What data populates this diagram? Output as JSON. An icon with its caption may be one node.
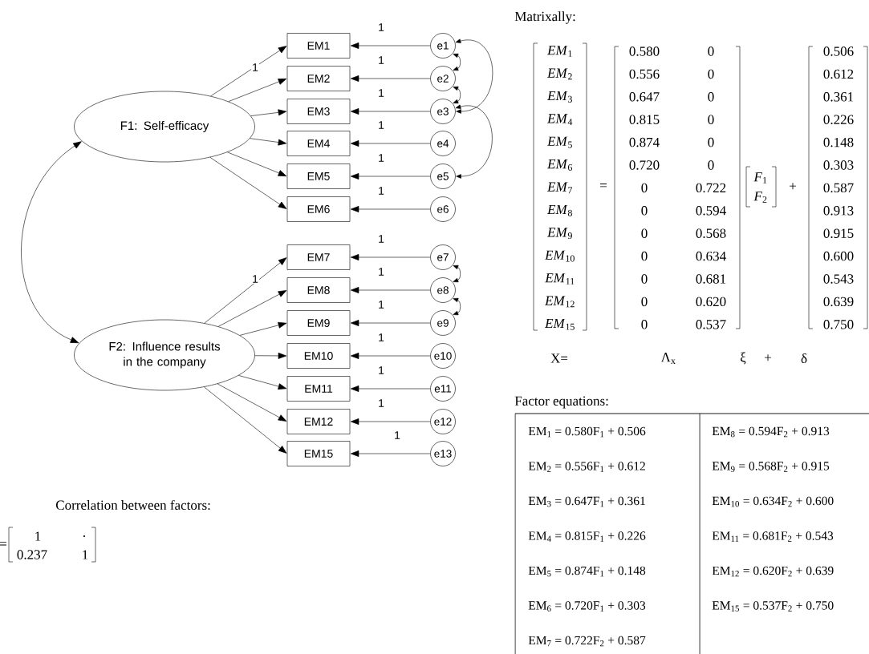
{
  "diagram": {
    "nodes": [
      {
        "text": [
          "F1: Self-efficacy"
        ]
      },
      {
        "text": [
          "F2: Influence results in the company"
        ]
      },
      {
        "text": [
          "EM1"
        ]
      },
      {
        "text": [
          "EM2"
        ]
      },
      {
        "text": [
          "EM3"
        ]
      },
      {
        "text": [
          "EM4"
        ]
      },
      {
        "text": [
          "EM5"
        ]
      },
      {
        "text": [
          "EM6"
        ]
      },
      {
        "text": [
          "EM7"
        ]
      },
      {
        "text": [
          "EM8"
        ]
      },
      {
        "text": [
          "EM9"
        ]
      },
      {
        "text": [
          "EM10"
        ]
      },
      {
        "text": [
          "EM11"
        ]
      },
      {
        "text": [
          "EM12"
        ]
      },
      {
        "text": [
          "EM15"
        ]
      },
      {
        "text": [
          "e1"
        ]
      },
      {
        "text": [
          "e2"
        ]
      },
      {
        "text": [
          "e3"
        ]
      },
      {
        "text": [
          "e4"
        ]
      },
      {
        "text": [
          "e5"
        ]
      },
      {
        "text": [
          "e6"
        ]
      },
      {
        "text": [
          "e7"
        ]
      },
      {
        "text": [
          "e8"
        ]
      },
      {
        "text": [
          "e9"
        ]
      },
      {
        "text": [
          "e10"
        ]
      },
      {
        "text": [
          "e11"
        ]
      },
      {
        "text": [
          "e12"
        ]
      },
      {
        "text": [
          "e13"
        ]
      }
    ],
    "edges": [
      {
        "from": 0,
        "to": 1,
        "arrow": "both"
      },
      {
        "from": 0,
        "to": 2,
        "arrow": "to",
        "label": "1"
      },
      {
        "from": 0,
        "to": 3,
        "arrow": "to"
      },
      {
        "from": 0,
        "to": 4,
        "arrow": "to"
      },
      {
        "from": 0,
        "to": 5,
        "arrow": "to"
      },
      {
        "from": 0,
        "to": 6,
        "arrow": "to"
      },
      {
        "from": 0,
        "to": 7,
        "arrow": "to"
      },
      {
        "from": 1,
        "to": 8,
        "arrow": "to",
        "label": "1"
      },
      {
        "from": 1,
        "to": 9,
        "arrow": "to"
      },
      {
        "from": 1,
        "to": 10,
        "arrow": "to"
      },
      {
        "from": 1,
        "to": 11,
        "arrow": "to"
      },
      {
        "from": 1,
        "to": 12,
        "arrow": "to"
      },
      {
        "from": 1,
        "to": 13,
        "arrow": "to"
      },
      {
        "from": 1,
        "to": 14,
        "arrow": "to"
      },
      {
        "from": 15,
        "to": 2,
        "arrow": "to",
        "label": "1"
      },
      {
        "from": 16,
        "to": 3,
        "arrow": "to",
        "label": "1"
      },
      {
        "from": 17,
        "to": 4,
        "arrow": "to",
        "label": "1"
      },
      {
        "from": 18,
        "to": 5,
        "arrow": "to",
        "label": "1"
      },
      {
        "from": 19,
        "to": 6,
        "arrow": "to",
        "label": "1"
      },
      {
        "from": 20,
        "to": 7,
        "arrow": "to",
        "label": "1"
      },
      {
        "from": 21,
        "to": 8,
        "arrow": "to",
        "label": "1"
      },
      {
        "from": 22,
        "to": 9,
        "arrow": "to",
        "label": "1"
      },
      {
        "from": 23,
        "to": 10,
        "arrow": "to",
        "label": "1"
      },
      {
        "from": 24,
        "to": 11,
        "arrow": "to",
        "label": "1"
      },
      {
        "from": 25,
        "to": 12,
        "arrow": "to",
        "label": "1"
      },
      {
        "from": 26,
        "to": 13,
        "arrow": "to",
        "label": "1"
      },
      {
        "from": 27,
        "to": 14,
        "arrow": "to",
        "label": "1"
      },
      {
        "from": 15,
        "to": 16,
        "arrow": "both"
      },
      {
        "from": 15,
        "to": 17,
        "arrow": "both"
      },
      {
        "from": 16,
        "to": 17,
        "arrow": "both"
      },
      {
        "from": 17,
        "to": 19,
        "arrow": "both"
      },
      {
        "from": 21,
        "to": 22,
        "arrow": "both"
      },
      {
        "from": 22,
        "to": 23,
        "arrow": "both"
      }
    ],
    "labels": [
      "Matrixally:",
      "*EM*$_{1}$",
      "*EM*$_{2}$",
      "*EM*$_{3}$",
      "*EM*$_{4}$",
      "*EM*$_{5}$",
      "*EM*$_{6}$",
      "*EM*$_{7}$",
      "*EM*$_{8}$",
      "*EM*$_{9}$",
      "*EM*$_{10}$",
      "*EM*$_{11}$",
      "*EM*$_{12}$",
      "*EM*$_{15}$",
      "=",
      "0.580",
      "0",
      "0.556",
      "0",
      "0.647",
      "0",
      "0.815",
      "0",
      "0.874",
      "0",
      "0.720",
      "0",
      "0",
      "0.722",
      "0",
      "0.594",
      "0",
      "0.568",
      "0",
      "0.634",
      "0",
      "0.681",
      "0",
      "0.620",
      "0",
      "0.537",
      "*F*$_{1}$",
      "*F*$_{2}$",
      "+",
      "0.506",
      "0.612",
      "0.361",
      "0.226",
      "0.148",
      "0.303",
      "0.587",
      "0.913",
      "0.915",
      "0.600",
      "0.543",
      "0.639",
      "0.750",
      "X=",
      "Λ$_{x}$",
      "ξ",
      "+",
      "δ",
      "Factor equations:",
      "EM$_{1}$ = 0.580F$_{1}$ + 0.506",
      "EM$_{8}$ = 0.594F$_{2}$ + 0.913",
      "EM$_{2}$ = 0.556F$_{1}$ + 0.612",
      "EM$_{9}$ = 0.568F$_{2}$ + 0.915",
      "EM$_{3}$ = 0.647F$_{1}$ + 0.361",
      "EM$_{10}$ = 0.634F$_{2}$ + 0.600",
      "EM$_{4}$ = 0.815F$_{1}$ + 0.226",
      "EM$_{11}$ = 0.681F$_{2}$ + 0.543",
      "EM$_{5}$ = 0.874F$_{1}$ + 0.148",
      "EM$_{12}$ = 0.620F$_{2}$ + 0.639",
      "EM$_{6}$ = 0.720F$_{1}$ + 0.303",
      "EM$_{15}$ = 0.537F$_{2}$ + 0.750",
      "EM$_{7}$ = 0.722F$_{2}$ + 0.587",
      "Correlation between factors:",
      "=",
      "1",
      ".",
      "0.237",
      "1"
    ]
  }
}
